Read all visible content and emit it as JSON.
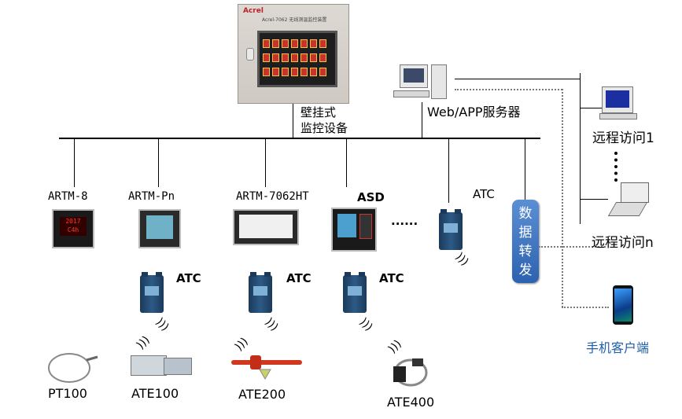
{
  "panel": {
    "brand": "Acrel",
    "model": "Acrel-7062 无线测温监控装置",
    "label_line1": "壁挂式",
    "label_line2": "监控设备"
  },
  "server": {
    "label": "Web/APP服务器"
  },
  "remote": {
    "item1": "远程访问1",
    "itemn": "远程访问n"
  },
  "mobile": {
    "label": "手机客户端"
  },
  "forwarding": {
    "chars": [
      "数",
      "据",
      "转",
      "发"
    ]
  },
  "devices": {
    "artm8": "ARTM-8",
    "artmpn": "ARTM-Pn",
    "artm7062": "ARTM-7062HT",
    "asd": "ASD",
    "atc_top": "ATC",
    "ellipsis": "......"
  },
  "atc_modules": {
    "label1": "ATC",
    "label2": "ATC",
    "label3": "ATC"
  },
  "sensors": {
    "pt100": "PT100",
    "ate100": "ATE100",
    "ate200": "ATE200",
    "ate400": "ATE400"
  },
  "meter_display": {
    "line1": "2017",
    "line2": "C4h"
  },
  "icons": {
    "wifi": "wireless-signal-icon",
    "computer": "desktop-computer-icon",
    "laptop": "laptop-icon",
    "phone": "mobile-phone-icon"
  },
  "colors": {
    "forward_badge": "#2d62b0",
    "mobile_label": "#1f5fa8",
    "bus_line": "#000000"
  }
}
